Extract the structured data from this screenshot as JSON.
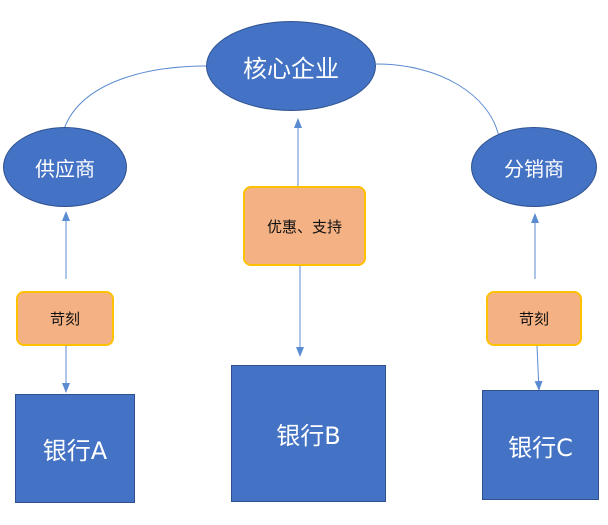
{
  "nodes": {
    "core": "核心企业",
    "supplier": "供应商",
    "distributor": "分销商",
    "support_note": "优惠、支持",
    "harsh_left": "苛刻",
    "harsh_right": "苛刻",
    "bank_a": "银行A",
    "bank_b": "银行B",
    "bank_c": "银行C"
  },
  "colors": {
    "node_fill": "#4472c4",
    "node_border": "#2f528f",
    "note_fill": "#f4b183",
    "note_border": "#ffc000",
    "connector": "#5b8bd0"
  }
}
